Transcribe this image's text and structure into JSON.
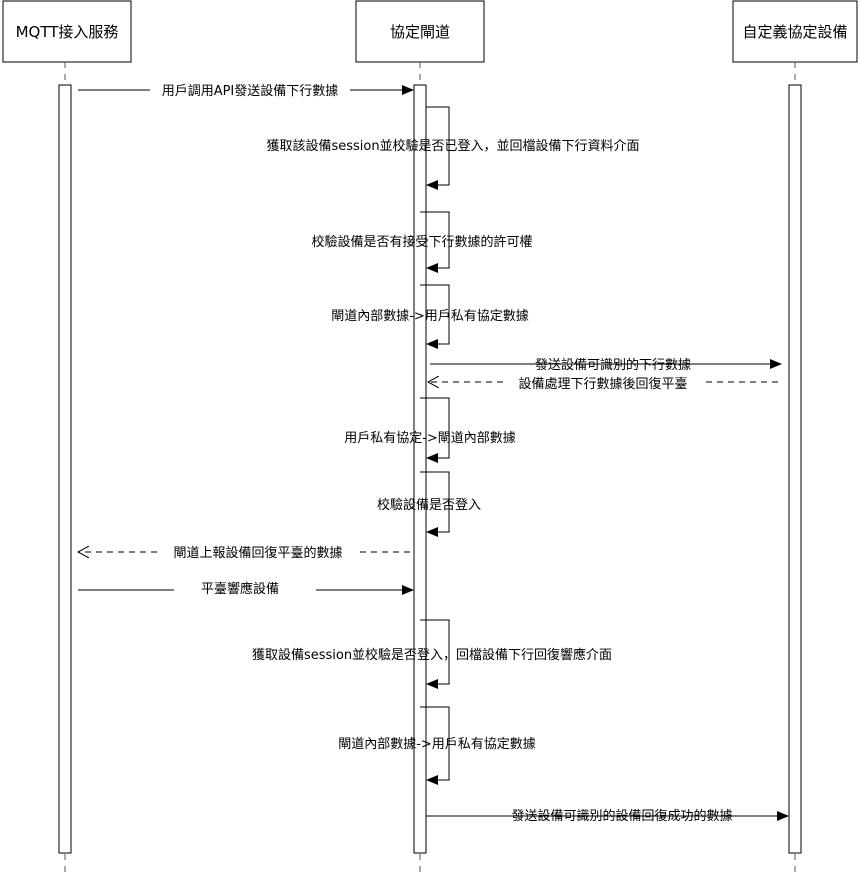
{
  "participants": [
    {
      "id": "mqtt",
      "label": "MQTT接入服務"
    },
    {
      "id": "gateway",
      "label": "協定閘道"
    },
    {
      "id": "device",
      "label": "自定義協定設備"
    }
  ],
  "messages": [
    {
      "from": "mqtt",
      "to": "gateway",
      "style": "solid",
      "text": "用戶調用API發送設備下行數據"
    },
    {
      "from": "gateway",
      "to": "gateway",
      "style": "self",
      "text": "獲取該設備session並校驗是否已登入，並回檔設備下行資料介面"
    },
    {
      "from": "gateway",
      "to": "gateway",
      "style": "self",
      "text": "校驗設備是否有接受下行數據的許可權"
    },
    {
      "from": "gateway",
      "to": "gateway",
      "style": "self",
      "text": "閘道內部數據->用戶私有協定數據"
    },
    {
      "from": "gateway",
      "to": "device",
      "style": "solid",
      "text": "發送設備可識別的下行數據"
    },
    {
      "from": "device",
      "to": "gateway",
      "style": "dashed",
      "text": "設備處理下行數據後回復平臺"
    },
    {
      "from": "gateway",
      "to": "gateway",
      "style": "self",
      "text": "用戶私有協定->閘道內部數據"
    },
    {
      "from": "gateway",
      "to": "gateway",
      "style": "self",
      "text": "校驗設備是否登入"
    },
    {
      "from": "gateway",
      "to": "mqtt",
      "style": "dashed",
      "text": "閘道上報設備回復平臺的數據"
    },
    {
      "from": "mqtt",
      "to": "gateway",
      "style": "solid",
      "text": "平臺響應設備"
    },
    {
      "from": "gateway",
      "to": "gateway",
      "style": "self",
      "text": "獲取設備session並校驗是否登入，回檔設備下行回復響應介面"
    },
    {
      "from": "gateway",
      "to": "gateway",
      "style": "self",
      "text": "閘道內部數據->用戶私有協定數據"
    },
    {
      "from": "gateway",
      "to": "device",
      "style": "solid",
      "text": "發送設備可識別的設備回復成功的數據"
    }
  ]
}
